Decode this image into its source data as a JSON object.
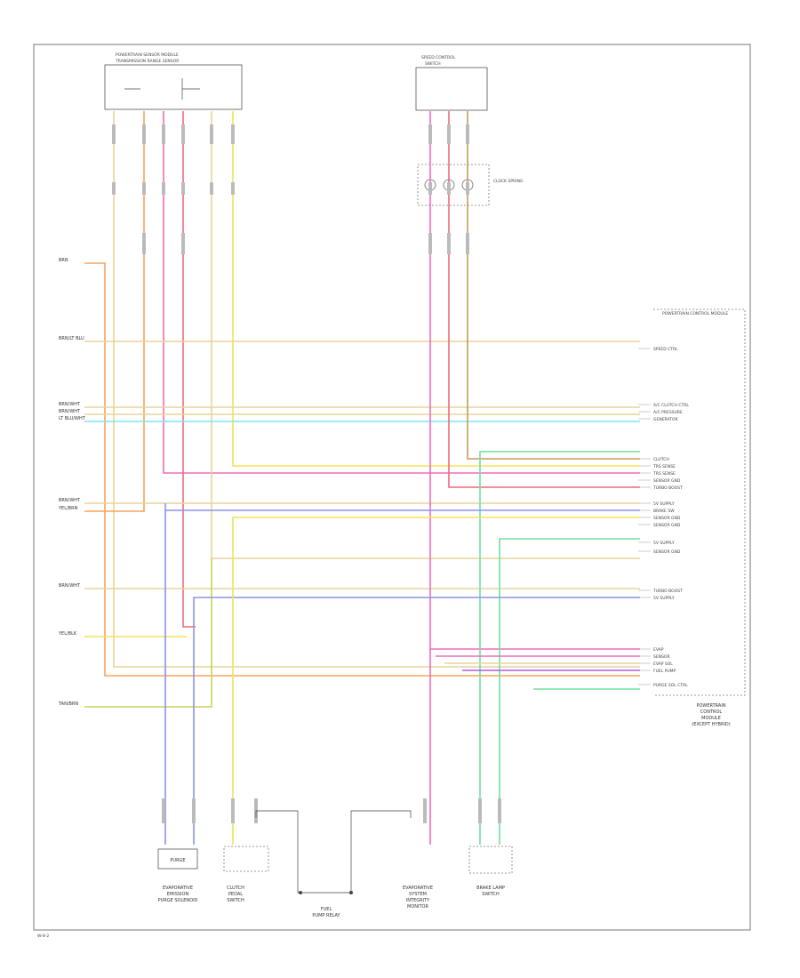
{
  "colors": {
    "yellow": "#f2e25c",
    "tan": "#e8d39a",
    "orange": "#f7a35c",
    "pink": "#f06cb8",
    "red": "#f06a78",
    "cyan": "#7ee6ee",
    "blue": "#8b93e6",
    "green": "#71e0a0",
    "olive": "#c7d45a",
    "violet": "#b55ce0",
    "brown": "#c89a5a"
  },
  "labels": {
    "top_left_module": "POWERTRAIN SENSOR MODULE",
    "top_left_sub": "TRANSMISSION RANGE SENSOR",
    "top_right_module": "SPEED CONTROL",
    "top_right_sub": "SWITCH",
    "clock_spring": "CLOCK SPRING",
    "pcm_title": "POWERTRAIN CONTROL MODULE",
    "pcm_caption_1": "POWERTRAIN",
    "pcm_caption_2": "CONTROL",
    "pcm_caption_3": "MODULE",
    "pcm_caption_4": "(EXCEPT HYBRID)",
    "bottom_1_l1": "EVAPORATIVE",
    "bottom_1_l2": "EMISSION",
    "bottom_1_l3": "PURGE SOLENOID",
    "bottom_1_box": "PURGE",
    "bottom_2_l1": "CLUTCH",
    "bottom_2_l2": "PEDAL",
    "bottom_2_l3": "SWITCH",
    "bottom_3_l1": "FUEL",
    "bottom_3_l2": "PUMP RELAY",
    "bottom_4_l1": "EVAPORATIVE",
    "bottom_4_l2": "SYSTEM",
    "bottom_4_l3": "INTEGRITY",
    "bottom_4_l4": "MONITOR",
    "bottom_5_l1": "BRAKE LAMP",
    "bottom_5_l2": "SWITCH",
    "diag_mark": "W-8-2"
  },
  "pcm_pins": [
    "SPEED CTRL",
    "A/C CLUTCH CTRL",
    "A/C PRESSURE",
    "GENERATOR",
    "CLUTCH",
    "TRS SENSE",
    "TRS SENSE",
    "SENSOR GND",
    "TURBO BOOST",
    "5V SUPPLY",
    "BRAKE SW",
    "SENSOR GND",
    "SENSOR GND",
    "5V SUPPLY",
    "SENSOR GND",
    "TURBO BOOST",
    "5V SUPPLY",
    "EVAP",
    "SENSOR",
    "EVAP SOL",
    "FUEL PUMP",
    "PURGE SOL CTRL"
  ],
  "left_wire_labels": [
    "BRN",
    "BRN/LT BLU",
    "BRN/WHT",
    "BRN/WHT",
    "LT BLU/WHT",
    "BRN/WHT",
    "YEL/BRN",
    "BRN/WHT",
    "YEL/BLK",
    "TAN/BRN"
  ]
}
